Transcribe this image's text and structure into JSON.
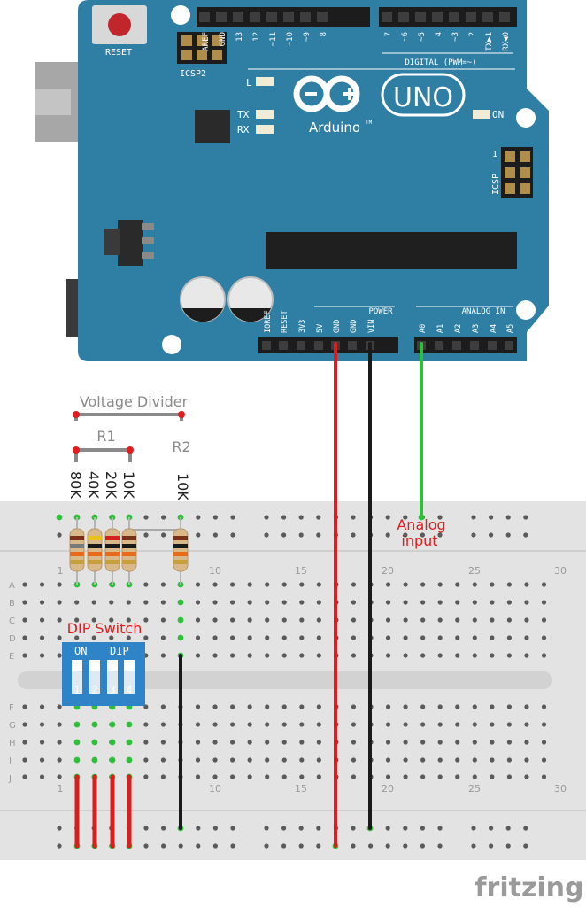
{
  "board": {
    "reset": "RESET",
    "icsp2": "ICSP2",
    "icsp": "ICSP",
    "icsp_pin1": "1",
    "model": "UNO",
    "brand": "Arduino",
    "tm": "TM",
    "on": "ON",
    "led_l": "L",
    "tx": "TX",
    "rx": "RX",
    "digital_label": "DIGITAL (PWM=~)",
    "power_label": "POWER",
    "analog_label": "ANALOG IN",
    "digital_pins": [
      "AREF",
      "GND",
      "13",
      "12",
      "~11",
      "~10",
      "~9",
      "8",
      "7",
      "~6",
      "~5",
      "4",
      "~3",
      "2",
      "TX▶1",
      "RX◀0"
    ],
    "power_pins": [
      "IOREF",
      "RESET",
      "3V3",
      "5V",
      "GND",
      "GND",
      "VIN"
    ],
    "analog_pins": [
      "A0",
      "A1",
      "A2",
      "A3",
      "A4",
      "A5"
    ]
  },
  "annotations": {
    "voltage_divider": "Voltage Divider",
    "r1": "R1",
    "r2": "R2",
    "values": [
      "80K",
      "40K",
      "20K",
      "10K"
    ],
    "r2_value": "10K",
    "analog_line1": "Analog",
    "analog_line2": "input",
    "dip_switch": "DIP Switch"
  },
  "dip": {
    "on": "ON",
    "dip": "DIP",
    "numbers": [
      "1",
      "2",
      "3",
      "4"
    ]
  },
  "breadboard": {
    "rows_top": [
      "A",
      "B",
      "C",
      "D",
      "E"
    ],
    "rows_bottom": [
      "F",
      "G",
      "H",
      "I",
      "J"
    ],
    "col_numbers": [
      "1",
      "10",
      "15",
      "20",
      "25",
      "30"
    ]
  },
  "colors": {
    "board": "#2f7ea3",
    "wire_5v": "#d81e1e",
    "wire_gnd": "#1a1a1a",
    "wire_analog": "#2fbf3a",
    "annotation": "#e11d1d",
    "breadboard": "#e3e3e3"
  },
  "logo": "fritzing"
}
